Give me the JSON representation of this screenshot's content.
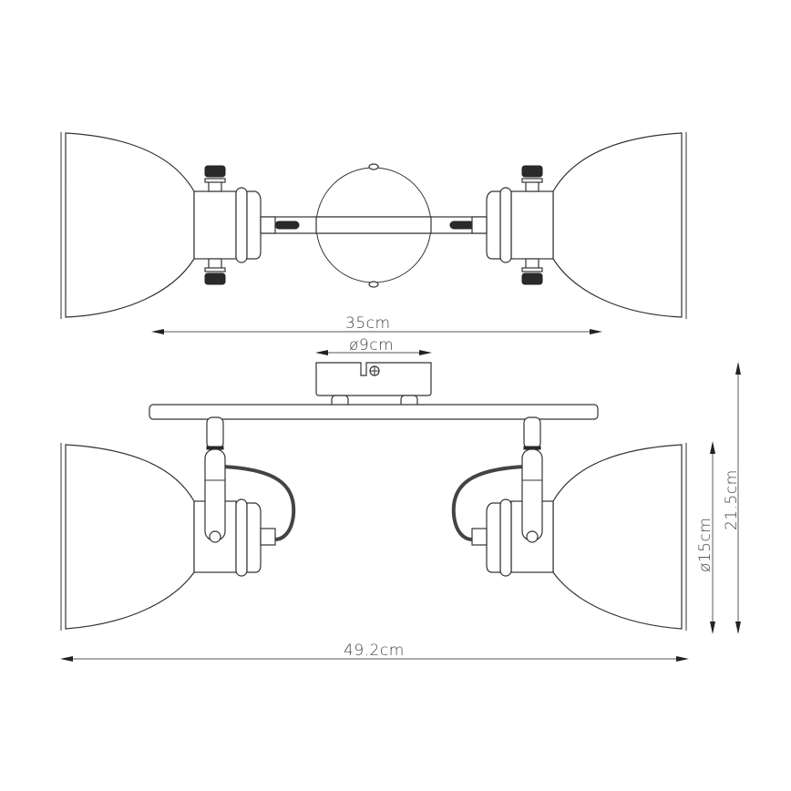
{
  "drawing": {
    "title": "Twin spotlight ceiling fixture dimension drawing",
    "views": [
      "top-view",
      "front-view"
    ],
    "colors": {
      "line": "#333333",
      "dimension_line": "#777777",
      "background": "#ffffff"
    }
  },
  "dimensions": {
    "top_width": "35cm",
    "canopy_diameter": "ø9cm",
    "overall_width": "49.2cm",
    "shade_diameter": "ø15cm",
    "overall_height": "21.5cm"
  }
}
